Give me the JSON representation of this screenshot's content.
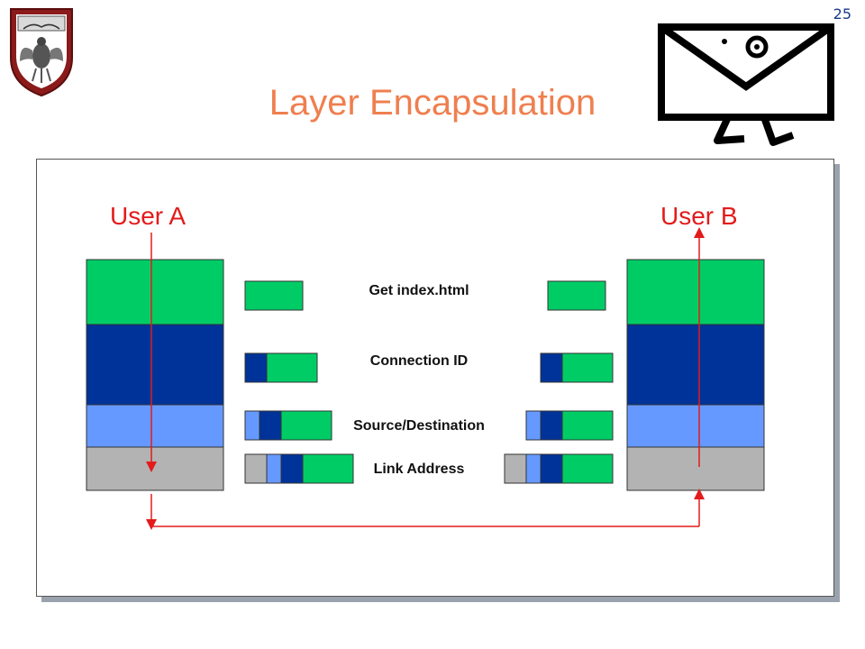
{
  "slide_number": "25",
  "title": "Layer Encapsulation",
  "users": {
    "a": "User A",
    "b": "User B"
  },
  "layers": {
    "application": "Get index.html",
    "transport": "Connection ID",
    "network": "Source/Destination",
    "link": "Link Address"
  },
  "colors": {
    "title": "#ef7f4f",
    "user_label": "#e31b1b",
    "arrow": "#e31b1b",
    "application": "#00cc66",
    "transport": "#003399",
    "network": "#6699ff",
    "link": "#b3b3b3"
  },
  "icons": [
    "university-seal-icon",
    "envelope-mascot-icon"
  ]
}
